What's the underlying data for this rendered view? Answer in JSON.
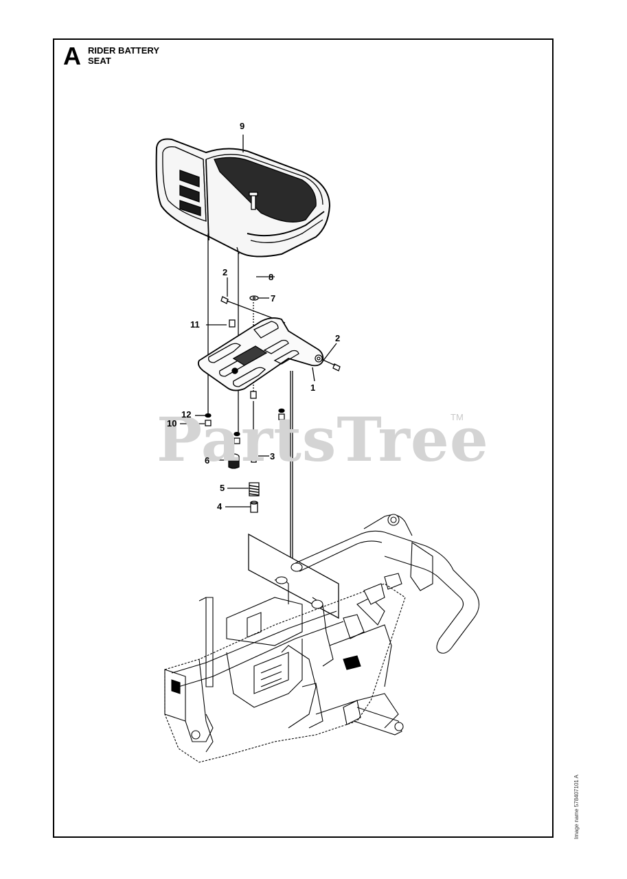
{
  "header": {
    "section_letter": "A",
    "title_line1": "RIDER BATTERY",
    "title_line2": "SEAT"
  },
  "watermark": {
    "text": "PartsTree",
    "trademark": "TM"
  },
  "image_name": "Image name 578407101 A",
  "callouts": [
    {
      "id": "c9",
      "label": "9"
    },
    {
      "id": "c8",
      "label": "8"
    },
    {
      "id": "c2a",
      "label": "2"
    },
    {
      "id": "c7",
      "label": "7"
    },
    {
      "id": "c11",
      "label": "11"
    },
    {
      "id": "c2b",
      "label": "2"
    },
    {
      "id": "c1",
      "label": "1"
    },
    {
      "id": "c12",
      "label": "12"
    },
    {
      "id": "c10",
      "label": "10"
    },
    {
      "id": "c3",
      "label": "3"
    },
    {
      "id": "c6",
      "label": "6"
    },
    {
      "id": "c5",
      "label": "5"
    },
    {
      "id": "c4",
      "label": "4"
    }
  ],
  "colors": {
    "line": "#000000",
    "watermark": "#d4d4d4",
    "seat_dark": "#1a1a1a"
  }
}
